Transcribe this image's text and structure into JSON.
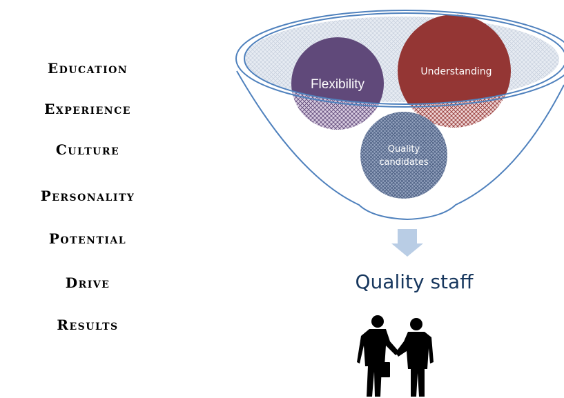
{
  "criteria": [
    "Education",
    "Experience",
    "Culture",
    "Personality",
    "Potential",
    "Drive",
    "Results"
  ],
  "funnel": {
    "circles": [
      {
        "label": "Flexibility",
        "color": "#60497a"
      },
      {
        "label": "Understanding",
        "color": "#943634"
      },
      {
        "label_line1": "Quality",
        "label_line2": "candidates",
        "color": "#4f6285"
      }
    ],
    "outline_color": "#4f81bd"
  },
  "output": {
    "arrow_color": "#b9cde5",
    "label": "Quality staff"
  },
  "image": {
    "icon": "handshake-icon",
    "description": "two businessmen shaking hands silhouette"
  }
}
